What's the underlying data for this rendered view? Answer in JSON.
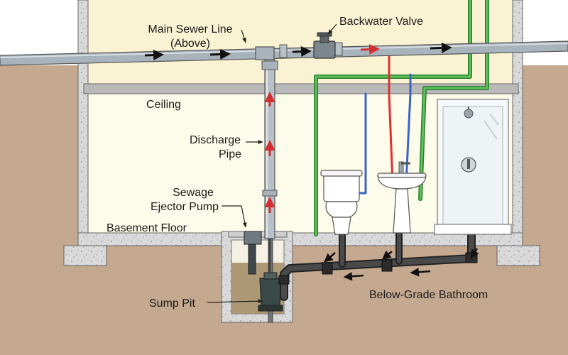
{
  "labels": {
    "main_sewer_line_1": "Main Sewer Line",
    "main_sewer_line_2": "(Above)",
    "backwater_valve": "Backwater Valve",
    "ceiling": "Ceiling",
    "discharge_pipe_1": "Discharge",
    "discharge_pipe_2": "Pipe",
    "sewage_ejector_pump_1": "Sewage",
    "sewage_ejector_pump_2": "Ejector Pump",
    "basement_floor": "Basement Floor",
    "sump_pit": "Sump Pit",
    "below_grade_bathroom": "Below-Grade Bathroom"
  },
  "colors": {
    "upper_wall": "#faf3d3",
    "basement_wall": "#fdfbea",
    "soil": "#c4a88f",
    "concrete": "#d9d9d9",
    "sewer_pipe": "#a9b3bb",
    "drain_pipe": "#333333",
    "hot_water": "#e03030",
    "cold_water": "#3b64c8",
    "vent_pipe": "#3aa33a",
    "pit_water": "#a08a62",
    "flow_arrow_up": "#d23030"
  },
  "icons": [
    "toilet-icon",
    "sink-icon",
    "shower-icon",
    "ejector-pump-icon",
    "backwater-valve-icon"
  ]
}
